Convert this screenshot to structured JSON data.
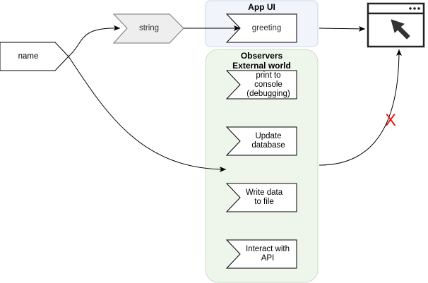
{
  "name_label": "name",
  "string_label": "string",
  "app_ui": {
    "title": "App UI",
    "greeting_label": "greeting"
  },
  "observers": {
    "title_line1": "Observers",
    "title_line2": "External world",
    "items": [
      "print to console (debugging)",
      "Update database",
      "Write data to file",
      "Interact with API"
    ]
  },
  "blocked_mark": "X",
  "colors": {
    "app_ui_bg": "#f1f5fb",
    "app_ui_border": "#c8d6ea",
    "observers_bg": "#eef6ec",
    "observers_border": "#c9dcc6",
    "string_fill": "#eeeeee",
    "blocked": "#ee1111"
  },
  "icons": {
    "browser": "browser-window-icon",
    "cursor": "cursor-arrow-icon"
  }
}
